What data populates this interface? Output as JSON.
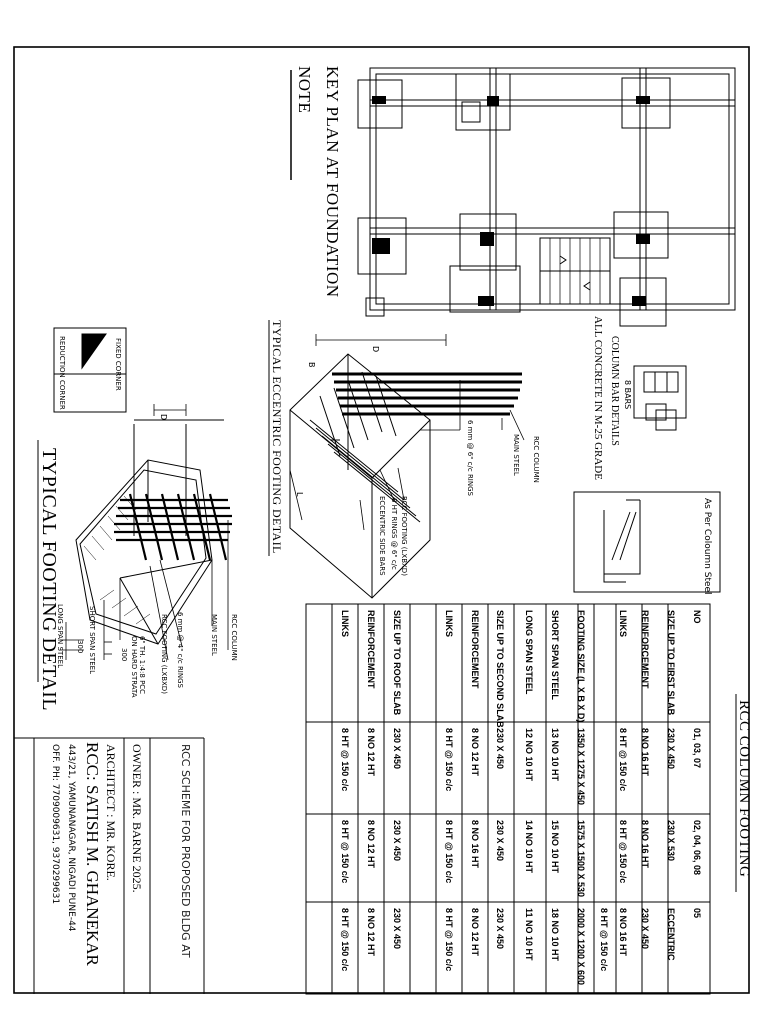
{
  "headings": {
    "key_plan": "KEY PLAN AT FOUNDATION",
    "note": "NOTE",
    "eccentric_footing": "TYPICAL ECCENTRIC FOOTING DETAIL",
    "typical_footing": "TYPICAL FOOTING DETAIL",
    "rcc_column_footing": "RCC COLUMN FOOTING"
  },
  "column_bar": {
    "bars": "8 BARS",
    "title": "COLUMN BAR DETAILS",
    "concrete": "ALL CONCRETE IN M-25 GRADE"
  },
  "steel_box": {
    "label": "As Per Coloumn Steel"
  },
  "eccentric_labels": {
    "rcc_column": "RCC COLUMN",
    "main_steel": "MAIN STEEL",
    "rings": "6 mm @ 6\" c/c RINGS",
    "rcc_footing": "RCC FOOTING (LXBXD)",
    "ht_rings": "8 HT RINGS @ 6\" c/c",
    "side_bars": "ECCENTRIC SIDE BARS",
    "dim_d": "D",
    "dim_b": "B",
    "dim_l": "L"
  },
  "typical_labels": {
    "rcc_column": "RCC COLUMN",
    "main_steel": "MAIN STEEL",
    "rings": "6 mm @ 4\" c/c RINGS",
    "rcc_footing": "RCC FOOTING (LXBXD)",
    "pcc": "6\" TH. 1:4:8 PCC",
    "strata": "ON HARD STRATA",
    "short_span": "SHORT SPAN STEEL",
    "long_span": "LONG SPAN STEEL",
    "dim_300a": "300",
    "dim_300b": "300",
    "dim_d": "D",
    "fixed_corner": "FIXED CORNER",
    "reduction_corner": "REDUCTION CORNER"
  },
  "table": {
    "rows": [
      [
        "NO",
        "01, 03, 07",
        "02, 04, 06, 08",
        "05"
      ],
      [
        "SIZE UP TO FIRST SLAB",
        "230 X 450",
        "230 X 530",
        "ECCENTRIC"
      ],
      [
        "REINFORCEMENT",
        "8 NO 16 HT",
        "8 NO 16 HT",
        "230 X 450"
      ],
      [
        "LINKS",
        "8 HT @ 150 c/c",
        "8 HT @ 150 c/c",
        "8 NO 16 HT"
      ],
      [
        "",
        "",
        "",
        "8 HT @ 150 c/c"
      ],
      [
        "FOOTING SIZE (L X B X D)",
        "1350 X 1275 X 450",
        "1575 X 1500 X 530",
        "2000 X 1200 X 600"
      ],
      [
        "SHORT SPAN STEEL",
        "13 NO 10 HT",
        "15 NO 10 HT",
        "18 NO 10 HT"
      ],
      [
        "LONG SPAN STEEL",
        "12 NO 10 HT",
        "14 NO 10 HT",
        "11 NO 10 HT"
      ],
      [
        "SIZE UP TO SECOND SLAB",
        "230 X 450",
        "230 X 450",
        "230 X 450"
      ],
      [
        "REINFORCEMENT",
        "8 NO 12 HT",
        "8 NO 16 HT",
        "8 NO 12 HT"
      ],
      [
        "LINKS",
        "8 HT @ 150 c/c",
        "8 HT @ 150 c/c",
        "8 HT @ 150 c/c"
      ],
      [
        "",
        "",
        "",
        ""
      ],
      [
        "SIZE UP TO ROOF SLAB",
        "230 X 450",
        "230 X 450",
        "230 X 450"
      ],
      [
        "REINFORCEMENT",
        "8 NO 12 HT",
        "8 NO 12 HT",
        "8 NO 12 HT"
      ],
      [
        "LINKS",
        "8 HT @ 150 c/c",
        "8 HT @ 150 c/c",
        "8 HT @ 150 c/c"
      ]
    ]
  },
  "title_block": {
    "scheme": "RCC SCHEME FOR PROPOSED BLDG AT",
    "owner": "OWNER : MR. BARNE 2025.",
    "architect": "ARCHITECT : MR. KORE.",
    "rcc": "RCC: SATISH M. GHANEKAR",
    "address": "443/21, YAMUNANAGAR, NIGADI PUNE-44",
    "phone": "OFF. PH: 7709009631,    9370299631"
  }
}
